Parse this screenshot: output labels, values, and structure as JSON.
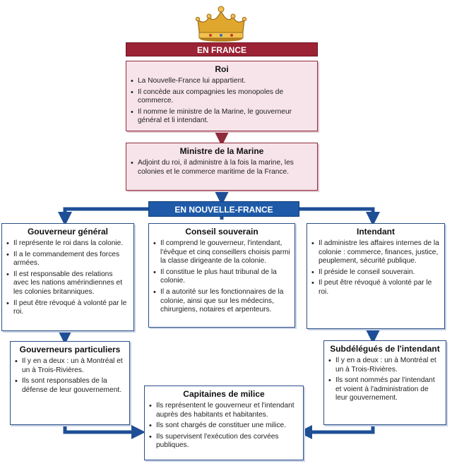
{
  "colors": {
    "france": "#9b2335",
    "new_france": "#1e5aa8",
    "crown": "#e0a72e",
    "pink_fill": "#f7e4ea"
  },
  "icons": {
    "crown": "crown-icon"
  },
  "en_france": "EN FRANCE",
  "roi": {
    "title": "Roi",
    "items": [
      "La Nouvelle-France lui appartient.",
      "Il concède aux compagnies les monopoles de commerce.",
      "Il nomme le ministre de la Marine, le gouverneur général et li intendant."
    ]
  },
  "ministre": {
    "title": "Ministre de la Marine",
    "items": [
      "Adjoint du roi, il administre à la fois la marine, les colonies et le commerce maritime de la France."
    ]
  },
  "en_nouvelle_france": "EN NOUVELLE-FRANCE",
  "gouverneur": {
    "title": "Gouverneur général",
    "items": [
      "Il représente le roi dans la colonie.",
      "Il a le commandement des forces armées.",
      "Il est responsable des relations avec les nations amérindiennes et les colonies britanniques.",
      "Il peut être révoqué à volonté par le roi."
    ]
  },
  "conseil": {
    "title": "Conseil souverain",
    "items": [
      "Il comprend le gouverneur, l'intendant, l'évêque et cinq conseillers choisis parmi la classe dirigeante de la colonie.",
      "Il constitue le plus haut tribunal de la colonie.",
      "Il a autorité sur les fonctionnaires de la colonie, ainsi que sur les médecins, chirurgiens, notaires et arpenteurs."
    ]
  },
  "intendant": {
    "title": "Intendant",
    "items": [
      "Il administre les affaires internes de la colonie : commerce, finances, justice, peuplement, sécurité publique.",
      "Il préside le conseil souverain.",
      "Il peut être révoqué à volonté par le roi."
    ]
  },
  "gouverneurs_particuliers": {
    "title": "Gouverneurs particuliers",
    "items": [
      "Il y en a deux : un à Montréal et un à Trois-Rivières.",
      "Ils sont responsables de la défense de leur gouvernement."
    ]
  },
  "subdelegues": {
    "title": "Subdélégués de l'intendant",
    "items": [
      "Il y en a deux : un à Montréal et un à Trois-Rivières.",
      "Ils sont nommés par l'intendant et voient à l'administration de leur gouvernement."
    ]
  },
  "capitaines": {
    "title": "Capitaines de milice",
    "items": [
      "Ils représentent le gouverneur et l'intendant auprès des habitants et habitantes.",
      "Ils sont chargés de constituer une milice.",
      "Ils supervisent l'exécution des corvées publiques."
    ]
  }
}
